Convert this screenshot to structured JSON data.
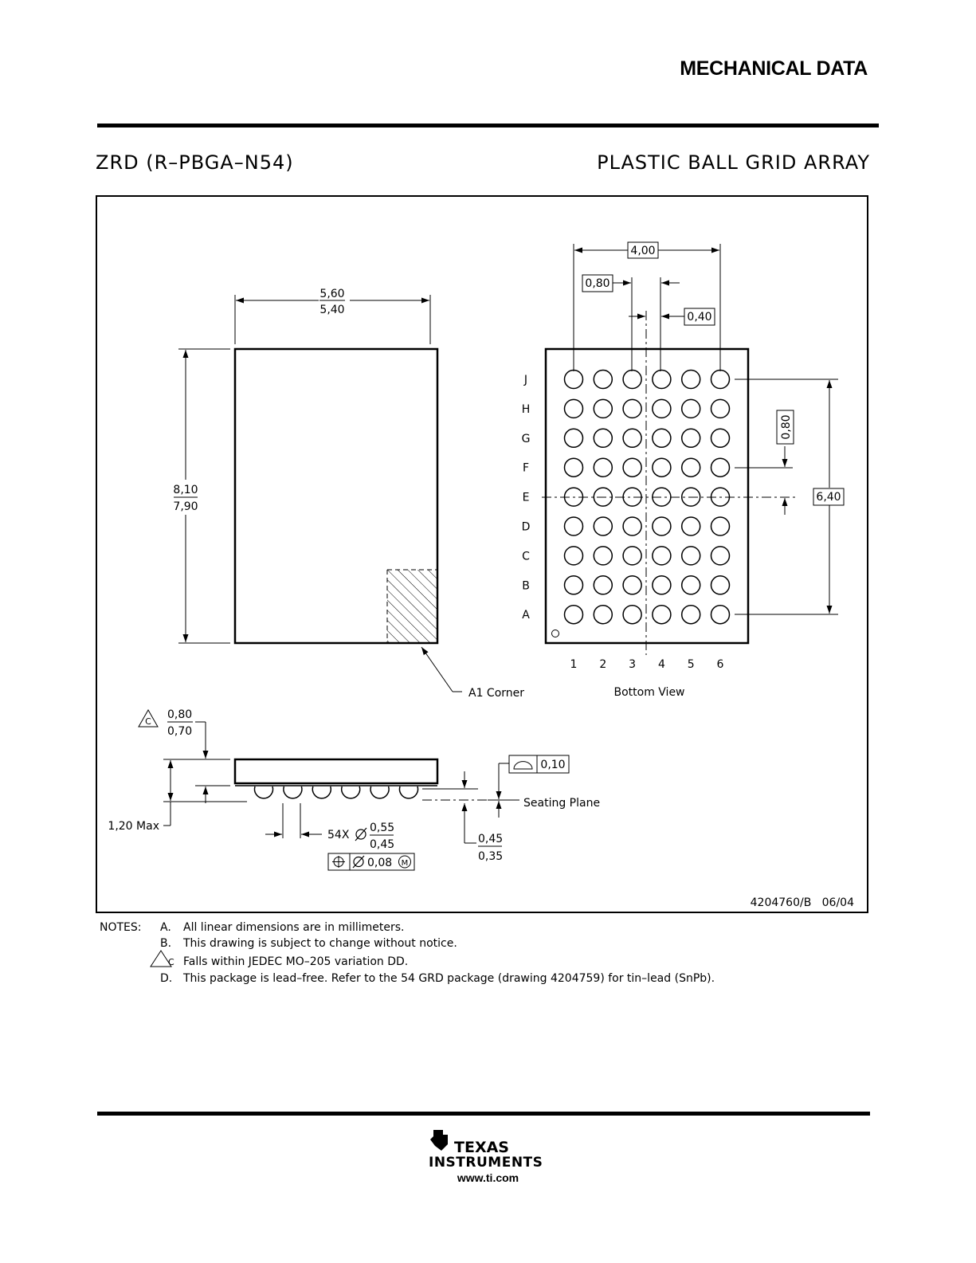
{
  "header": {
    "title": "MECHANICAL DATA"
  },
  "package": {
    "code": "ZRD (R–PBGA–N54)",
    "type": "PLASTIC BALL GRID ARRAY"
  },
  "top_view": {
    "width_max": "5,60",
    "width_min": "5,40",
    "height_max": "8,10",
    "height_min": "7,90",
    "a1_label": "A1 Corner"
  },
  "bottom_view": {
    "span_width": "4,00",
    "pitch_x": "0,80",
    "center_offset": "0,40",
    "pitch_y": "0,80",
    "span_height": "6,40",
    "row_labels": [
      "J",
      "H",
      "G",
      "F",
      "E",
      "D",
      "C",
      "B",
      "A"
    ],
    "col_labels": [
      "1",
      "2",
      "3",
      "4",
      "5",
      "6"
    ],
    "caption": "Bottom View"
  },
  "side_view": {
    "note_marker": "C",
    "body_max": "0,80",
    "body_min": "0,70",
    "total_height": "1,20 Max",
    "coplanarity": "0,10",
    "seating_plane": "Seating Plane",
    "ball_count": "54X",
    "ball_dia_max": "0,55",
    "ball_dia_min": "0,45",
    "position_tol": "0,08",
    "position_modifier": "M",
    "standoff_max": "0,45",
    "standoff_min": "0,35"
  },
  "drawing_number": "4204760/B   06/04",
  "notes": {
    "label": "NOTES:",
    "items": [
      {
        "letter": "A.",
        "text": "All linear dimensions are in millimeters."
      },
      {
        "letter": "B.",
        "text": "This drawing is subject to change without notice."
      },
      {
        "letter": "C",
        "text": "Falls within JEDEC MO–205 variation DD."
      },
      {
        "letter": "D.",
        "text": "This package is lead–free.  Refer to the 54 GRD package (drawing 4204759) for tin–lead (SnPb)."
      }
    ]
  },
  "footer": {
    "logo_line1": "TEXAS",
    "logo_line2": "INSTRUMENTS",
    "url": "www.ti.com"
  }
}
